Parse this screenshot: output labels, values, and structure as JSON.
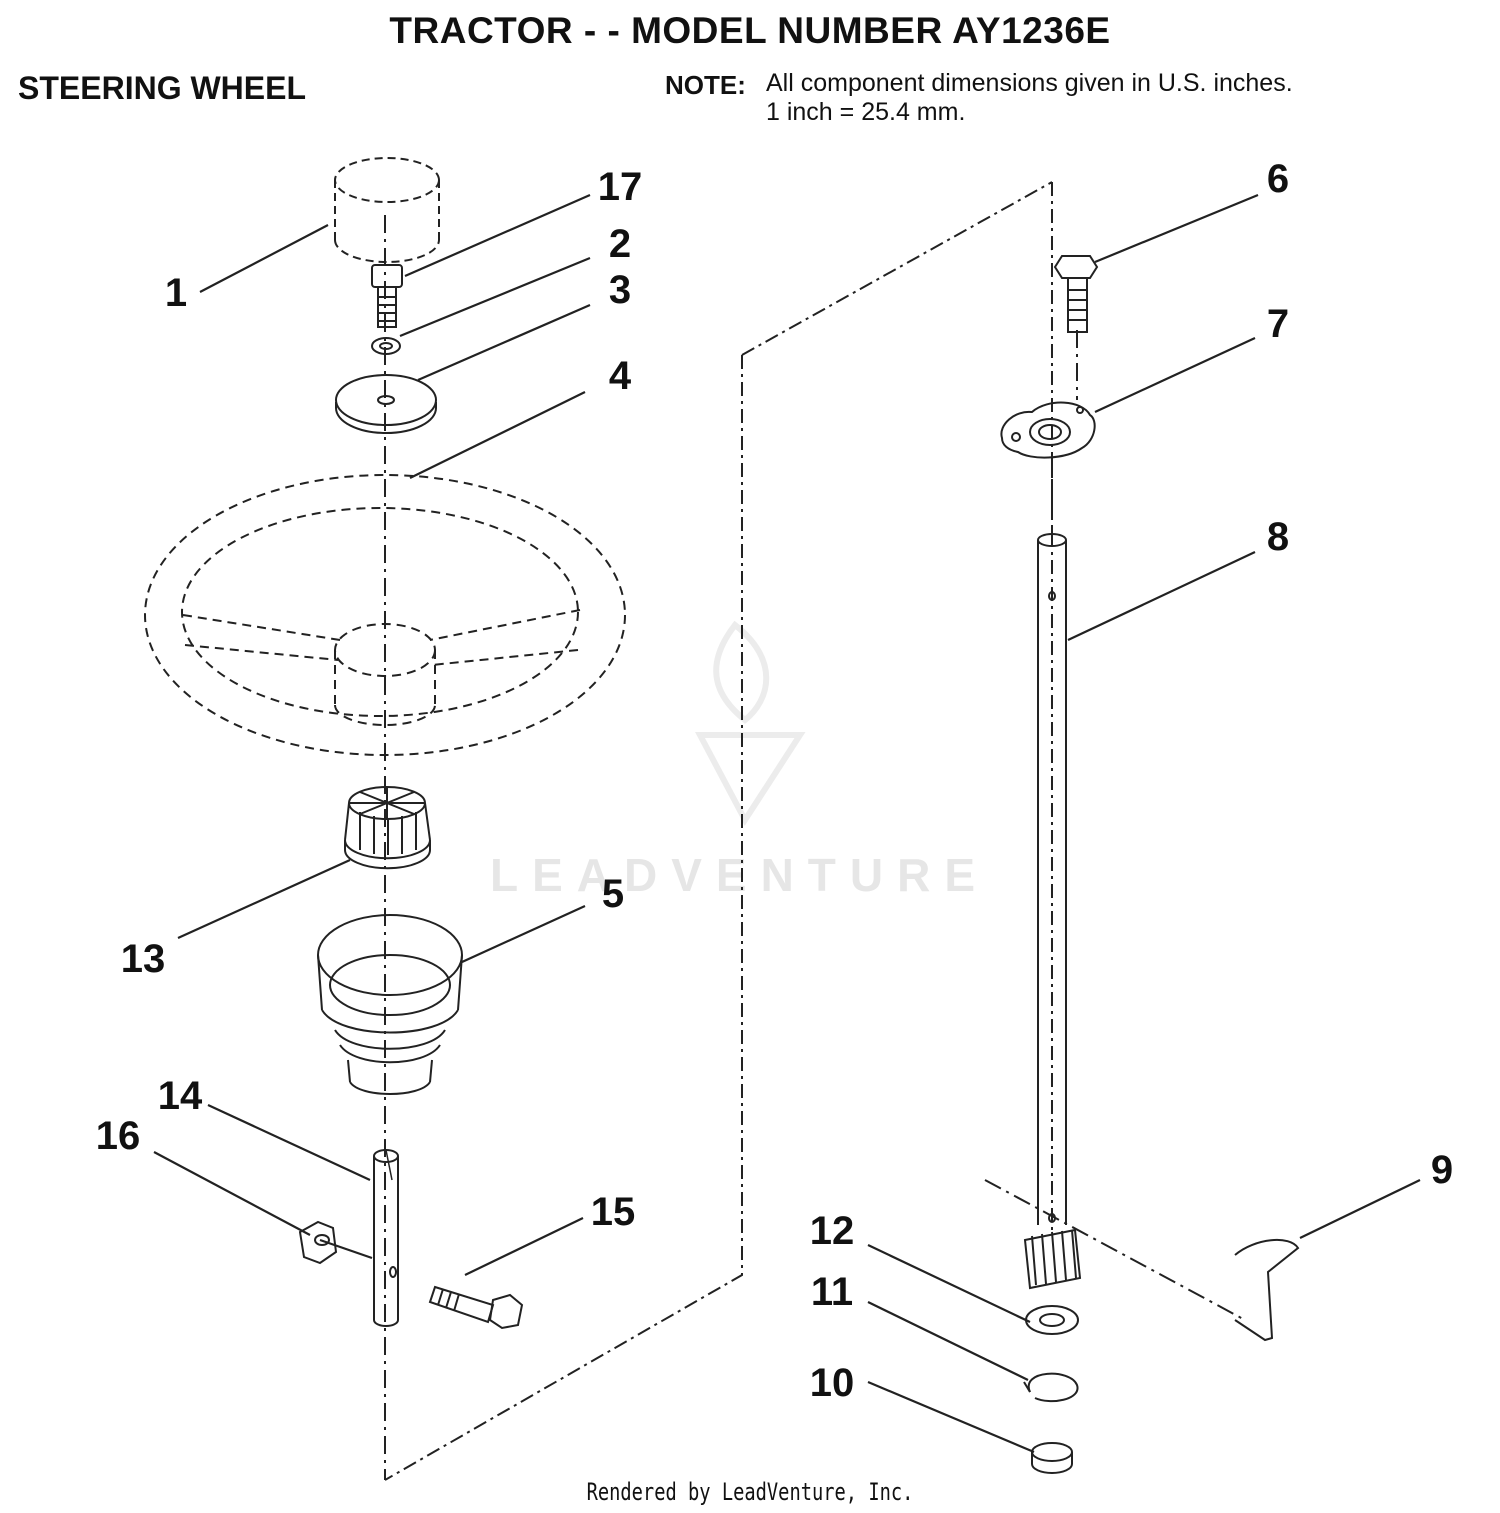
{
  "title": "TRACTOR - - MODEL NUMBER AY1236E",
  "section": "STEERING WHEEL",
  "note": {
    "label": "NOTE:",
    "line1": "All component dimensions given in U.S. inches.",
    "line2": "1 inch = 25.4 mm."
  },
  "callouts": {
    "c1": "1",
    "c2": "2",
    "c3": "3",
    "c4": "4",
    "c5": "5",
    "c6": "6",
    "c7": "7",
    "c8": "8",
    "c9": "9",
    "c10": "10",
    "c11": "11",
    "c12": "12",
    "c13": "13",
    "c14": "14",
    "c15": "15",
    "c16": "16",
    "c17": "17"
  },
  "watermark": "LEADVENTURE",
  "footer": "Rendered by LeadVenture, Inc."
}
